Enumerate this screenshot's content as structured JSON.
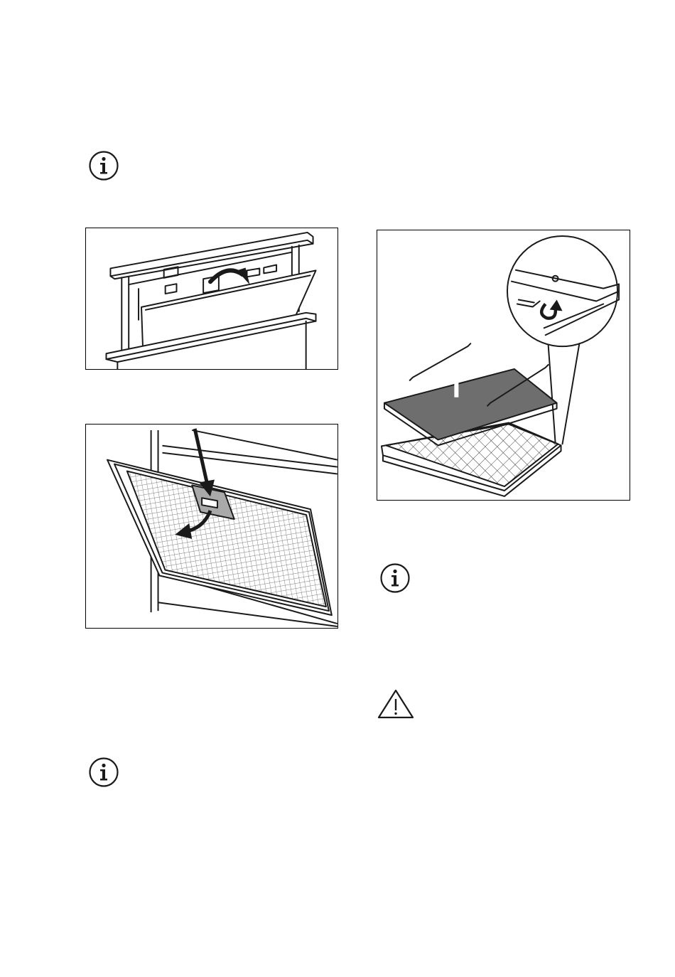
{
  "icons": {
    "info": "info-icon",
    "warning": "warning-icon"
  },
  "illustrations": [
    {
      "name": "hood-panel-open-illustration"
    },
    {
      "name": "grease-filter-removal-illustration"
    },
    {
      "name": "carbon-filter-replacement-illustration"
    }
  ],
  "colors": {
    "line": "#1a1a1a",
    "filter_tab": "#a9a9a9",
    "carbon_filter": "#6e6e6e"
  }
}
